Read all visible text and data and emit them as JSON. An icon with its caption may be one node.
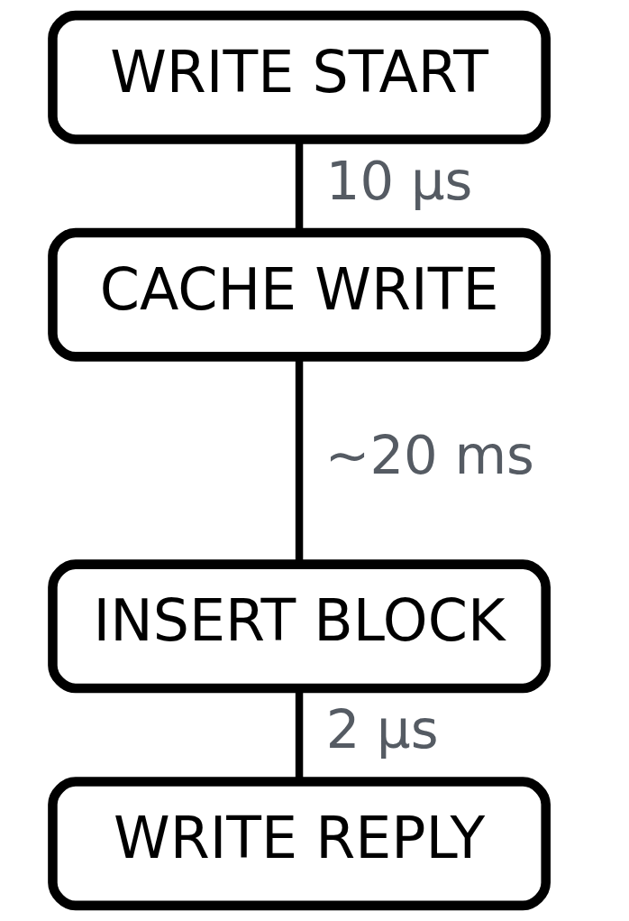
{
  "diagram": {
    "nodes": [
      {
        "text": [
          "WRITE START"
        ]
      },
      {
        "text": [
          "CACHE WRITE"
        ]
      },
      {
        "text": [
          "INSERT BLOCK"
        ]
      },
      {
        "text": [
          "WRITE REPLY"
        ]
      }
    ],
    "edges": [
      {
        "from": 0,
        "to": 1,
        "arrow": "none",
        "label": "10 µs"
      },
      {
        "from": 1,
        "to": 2,
        "arrow": "none",
        "label": "~20 ms"
      },
      {
        "from": 2,
        "to": 3,
        "arrow": "none",
        "label": "2 µs"
      }
    ]
  }
}
